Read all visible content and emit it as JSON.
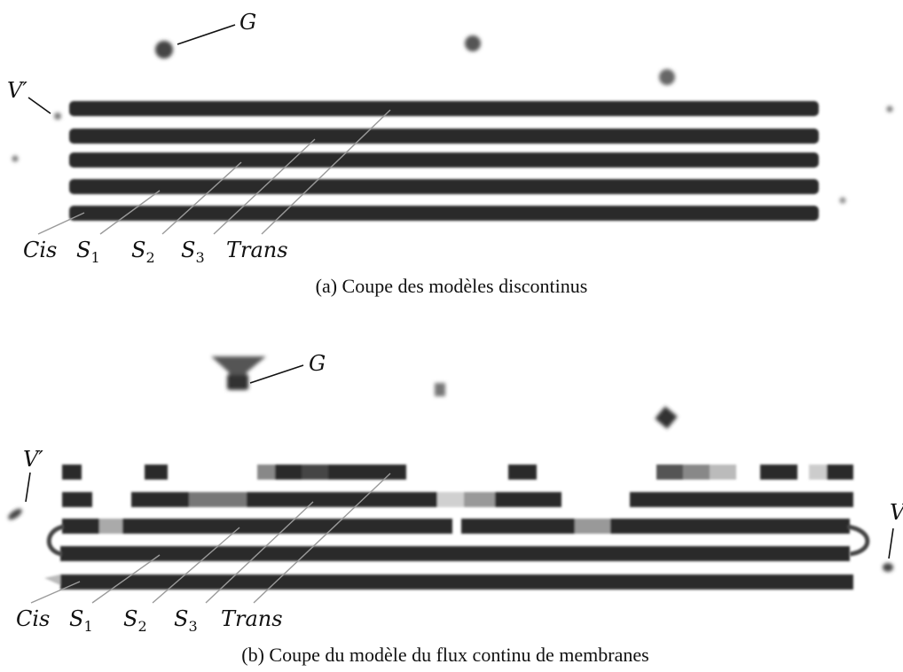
{
  "panel_a": {
    "caption": "(a) Coupe des modèles discontinus",
    "labels": {
      "G": "G",
      "V_prime": "V′",
      "cis": "Cis",
      "s1_main": "S",
      "s1_sub": "1",
      "s2_main": "S",
      "s2_sub": "2",
      "s3_main": "S",
      "s3_sub": "3",
      "trans": "Trans"
    }
  },
  "panel_b": {
    "caption": "(b) Coupe du modèle du flux continu de membranes",
    "labels": {
      "G": "G",
      "V_prime": "V′",
      "V": "V",
      "cis": "Cis",
      "s1_main": "S",
      "s1_sub": "1",
      "s2_main": "S",
      "s2_sub": "2",
      "s3_main": "S",
      "s3_sub": "3",
      "trans": "Trans"
    }
  },
  "colors": {
    "cisterna": "#2b2b2b",
    "vesicle": "#555555",
    "leader_light": "#9a9a9a",
    "leader_dark": "#111111"
  }
}
